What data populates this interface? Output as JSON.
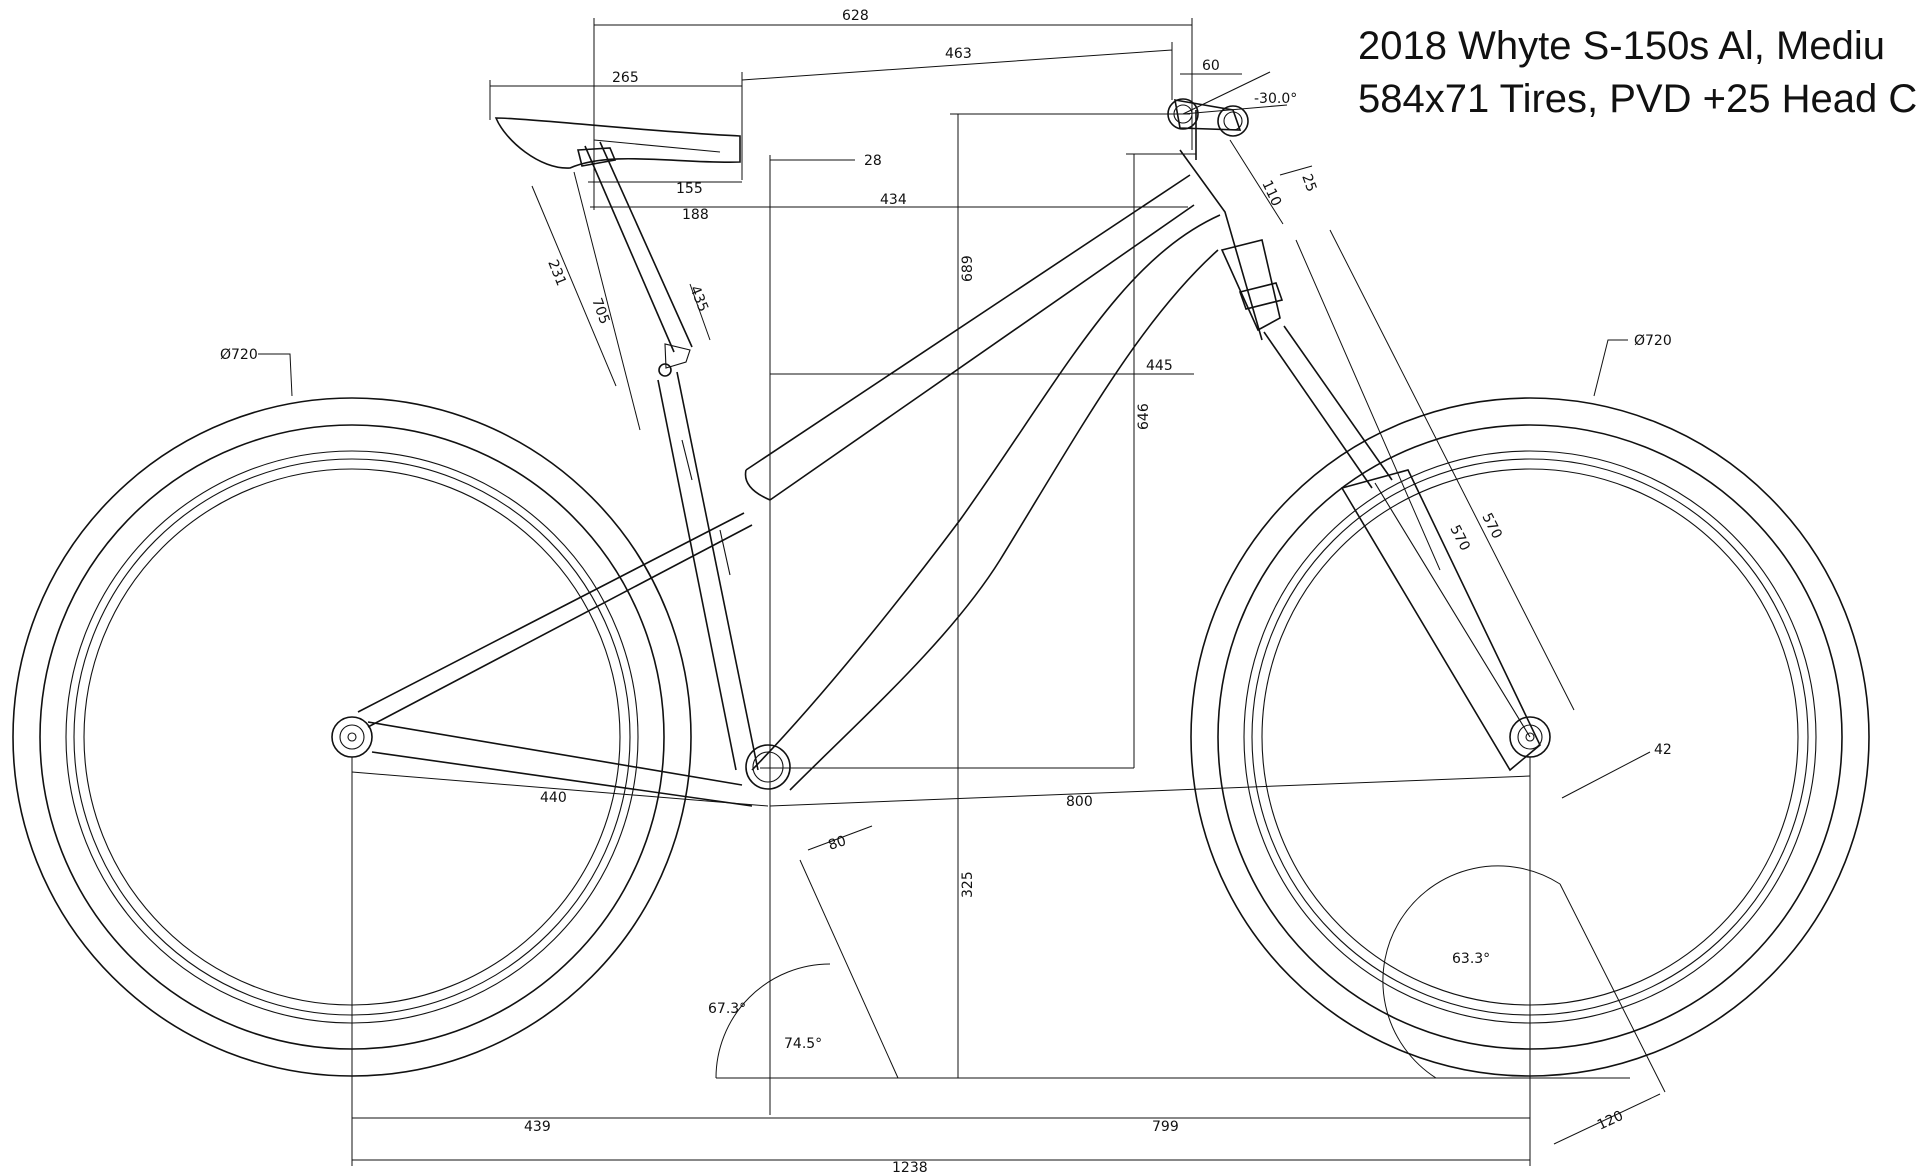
{
  "title": {
    "line1": "2018 Whyte S-150s Al, Mediu",
    "line2": "584x71 Tires, PVD +25 Head C"
  },
  "wheels": {
    "rear_diameter": "Ø720",
    "front_diameter": "Ø720"
  },
  "dimensions": {
    "stack_reach_628": "628",
    "reach_463": "463",
    "stem_60": "60",
    "stem_angle": "-30.0°",
    "saddle_265": "265",
    "saddle_155": "155",
    "setback_188": "188",
    "seat_offset_28": "28",
    "top_434": "434",
    "steer_110": "110",
    "spacer_25": "25",
    "seatpost_231": "231",
    "seat_height_705": "705",
    "seat_tube_435": "435",
    "stack_689": "689",
    "reach_445": "445",
    "head_646": "646",
    "fork_570_outer": "570",
    "fork_570_inner": "570",
    "offset_42": "42",
    "chainstay_440": "440",
    "front_center_800": "800",
    "bb_drop_80": "80",
    "bb_height_325": "325",
    "seat_angle_actual": "67.3°",
    "seat_angle_effective": "74.5°",
    "head_angle": "63.3°",
    "trail_120": "120",
    "rear_center_439": "439",
    "front_799": "799",
    "wheelbase_1238": "1238"
  }
}
